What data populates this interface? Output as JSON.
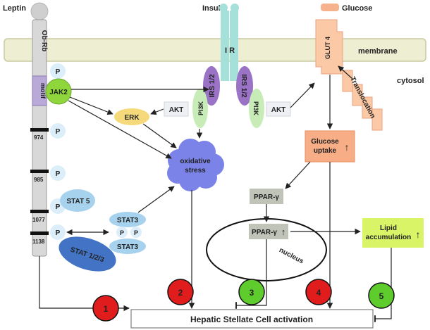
{
  "labels": {
    "leptin": "Leptin",
    "insulin": "Insulin",
    "glucose": "Glucose",
    "membrane": "membrane",
    "cytosol": "cytosol",
    "ob_rb": "Ob-Rb",
    "motif": "motif",
    "jak2": "JAK2",
    "ir": "I R",
    "irs_left": "IRS 1/2",
    "irs_right": "IRS 1/2",
    "pi3k_left": "PI3K",
    "pi3k_right": "PI3K",
    "akt_left": "AKT",
    "akt_right": "AKT",
    "erk": "ERK",
    "glut4": "GLUT 4",
    "translocation": "Translocation",
    "glucose_uptake_1": "Glucose",
    "glucose_uptake_2": "uptake",
    "oxidative_1": "oxidative",
    "oxidative_2": "stress",
    "ppar_cytosol": "PPAR-γ",
    "ppar_nucleus": "PPAR-γ",
    "nucleus": "nucleus",
    "lipid_1": "Lipid",
    "lipid_2": "accumulation",
    "stat5": "STAT 5",
    "stat3_top": "STAT3",
    "stat3_bottom": "STAT3",
    "stat123": "STAT 1/2/3",
    "hsc_activation": "Hepatic Stellate Cell activation",
    "phospho": "P",
    "up_arrow": "↑",
    "site_974": "974",
    "site_985": "985",
    "site_1077": "1077",
    "site_1138": "1138"
  },
  "numbers": {
    "n1": "1",
    "n2": "2",
    "n3": "3",
    "n4": "4",
    "n5": "5"
  },
  "colors": {
    "membrane": "#eeeed3",
    "receptor": "#d5d5d5",
    "motif": "#b9a9d9",
    "jak2": "#8fd63c",
    "phospho": "#dbeefa",
    "ir": "#a6e0db",
    "irs": "#9b73c6",
    "pi3k": "#c7ecb7",
    "akt": "#eef0f4",
    "erk": "#f5d97a",
    "glut": "#fbc9a6",
    "glucose_uptake": "#f7ad86",
    "oxidative": "#7b83e8",
    "ppar": "#bfc3b8",
    "lipid": "#d9f466",
    "stat": "#a7d2ee",
    "stat123": "#4273c4",
    "red_circle": "#e01c1c",
    "green_circle": "#5fcc2e"
  }
}
